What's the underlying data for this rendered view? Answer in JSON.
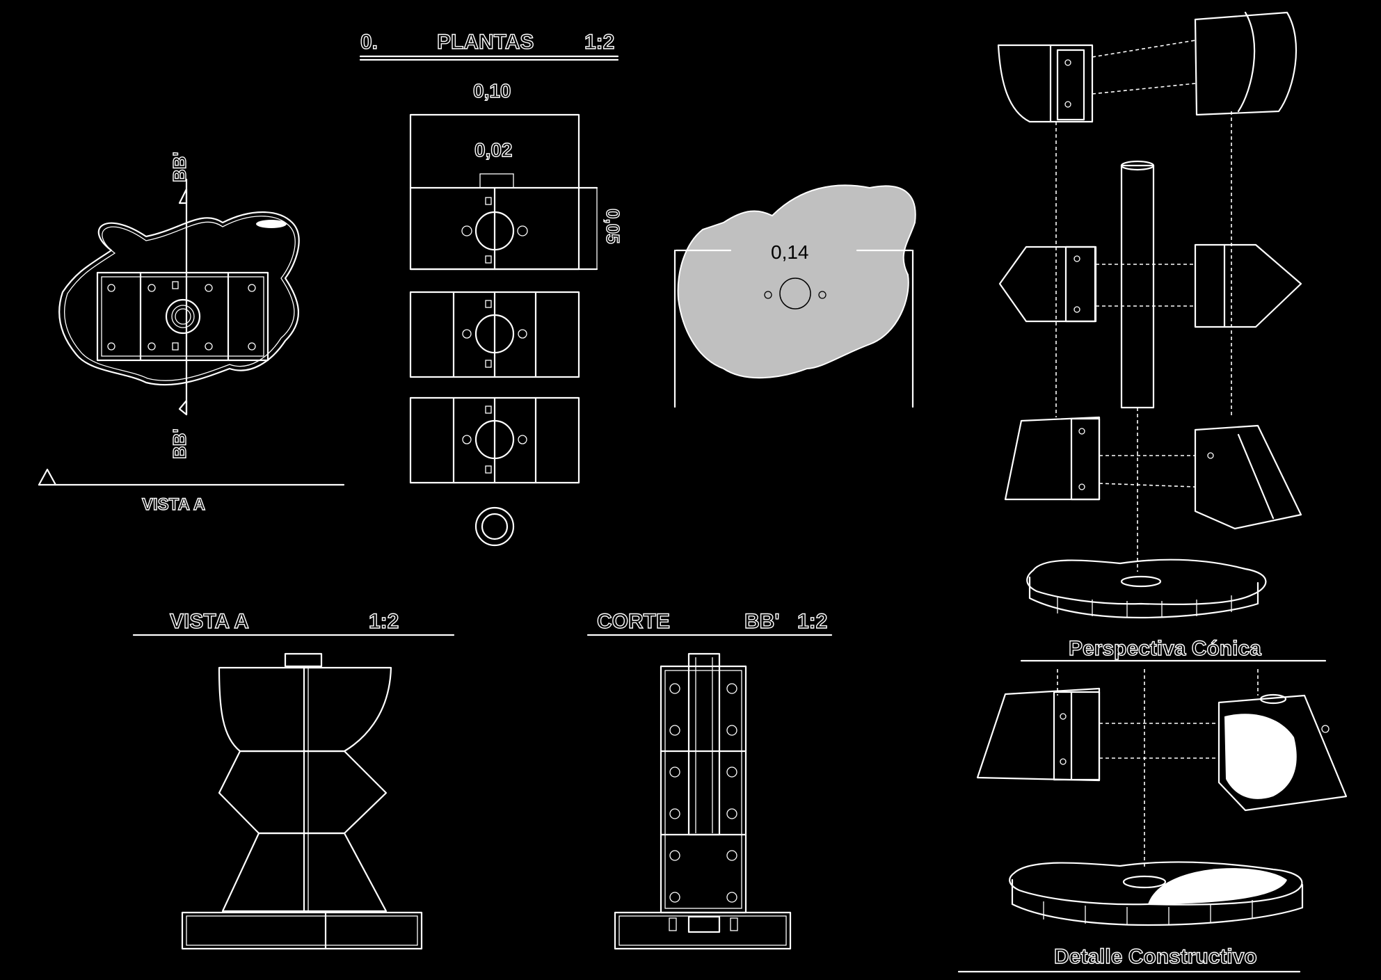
{
  "colors": {
    "background": "#000000",
    "line": "#ffffff",
    "fill_gray": "#c0c0c0"
  },
  "plantas": {
    "number": "0.",
    "title": "PLANTAS",
    "scale": "1:2"
  },
  "dimensions": {
    "d010": "0,10",
    "d002": "0,02",
    "d005": "0,05",
    "d014": "0,14"
  },
  "vista_a_plan": {
    "label": "VISTA A",
    "section_mark_top": "BB'",
    "section_mark_bottom": "BB'"
  },
  "vista_a_elev": {
    "title": "VISTA A",
    "scale": "1:2"
  },
  "corte": {
    "title": "CORTE",
    "ref": "BB'",
    "scale": "1:2"
  },
  "perspectiva": {
    "title": "Perspectiva Cónica"
  },
  "detalle": {
    "title": "Detalle Constructivo"
  }
}
